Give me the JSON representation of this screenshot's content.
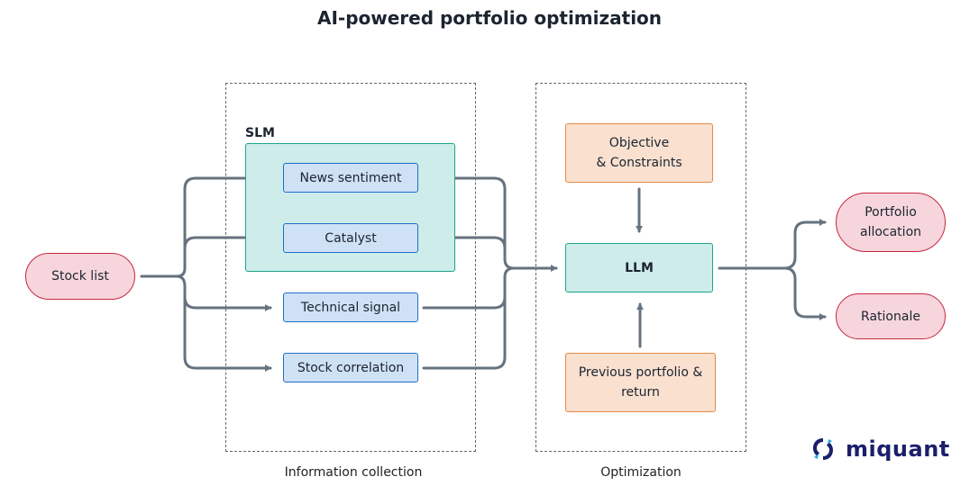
{
  "title": "AI-powered portfolio optimization",
  "groups": {
    "information_collection": "Information collection",
    "optimization": "Optimization"
  },
  "slm": {
    "label": "SLM",
    "items": [
      "News sentiment",
      "Catalyst"
    ]
  },
  "inputs": {
    "stock_list": "Stock list",
    "technical_signal": "Technical signal",
    "stock_correlation": "Stock correlation"
  },
  "optimization": {
    "objective": [
      "Objective",
      "& Constraints"
    ],
    "llm": "LLM",
    "previous": [
      "Previous portfolio &",
      "return"
    ]
  },
  "outputs": {
    "portfolio": [
      "Portfolio",
      "allocation"
    ],
    "rationale": "Rationale"
  },
  "logo": {
    "text": "miquant"
  },
  "colors": {
    "line": "#66727e",
    "blue": "#1f6fc9",
    "teal": "#1ea58c",
    "orange": "#e58a45",
    "pink": "#c8263f"
  }
}
